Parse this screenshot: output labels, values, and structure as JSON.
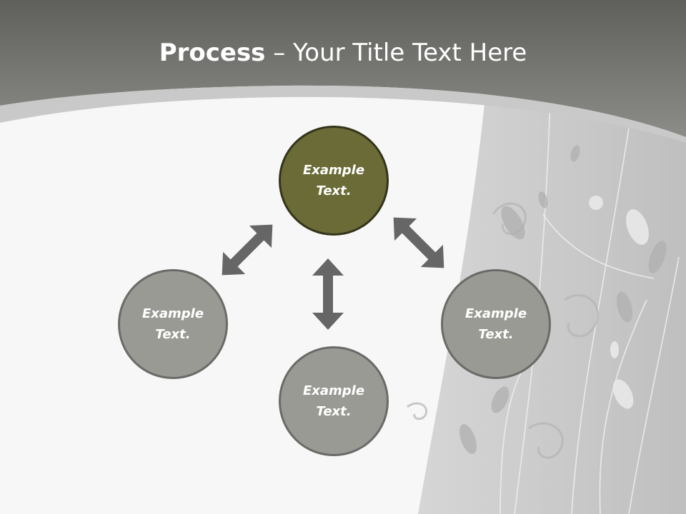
{
  "slide": {
    "title_bold": "Process",
    "title_rest": " – Your Title Text Here",
    "nodes": {
      "top": "Example\nText.",
      "left": "Example\nText.",
      "right": "Example\nText.",
      "bottom": "Example\nText."
    }
  },
  "colors": {
    "header": "#7b7b77",
    "highlight_node": "#6b6b37",
    "node": "#9a9a94",
    "arrow": "#666666"
  }
}
